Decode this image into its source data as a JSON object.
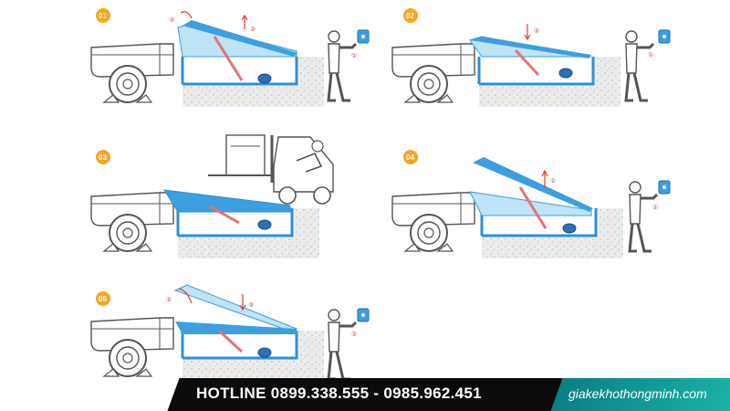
{
  "panels": [
    {
      "badge": "01",
      "marks": [
        "①",
        "②",
        "③"
      ]
    },
    {
      "badge": "02",
      "marks": [
        "①",
        "②"
      ]
    },
    {
      "badge": "03",
      "marks": []
    },
    {
      "badge": "04",
      "marks": [
        "①",
        "②"
      ]
    },
    {
      "badge": "05",
      "marks": [
        "①",
        "②",
        "③"
      ]
    }
  ],
  "footer": {
    "hotline": "HOTLINE 0899.338.555 - 0985.962.451",
    "website": "giakekhothongminh.com"
  },
  "colors": {
    "badge": "#f5a623",
    "ramp": "#3d9fe0",
    "ramp_light": "#bfe3f7",
    "frame": "#2e8fd6",
    "arrow": "#e53935",
    "outline": "#555555",
    "footer_dark": "#0b0b0b",
    "footer_teal": "#14a49b"
  }
}
